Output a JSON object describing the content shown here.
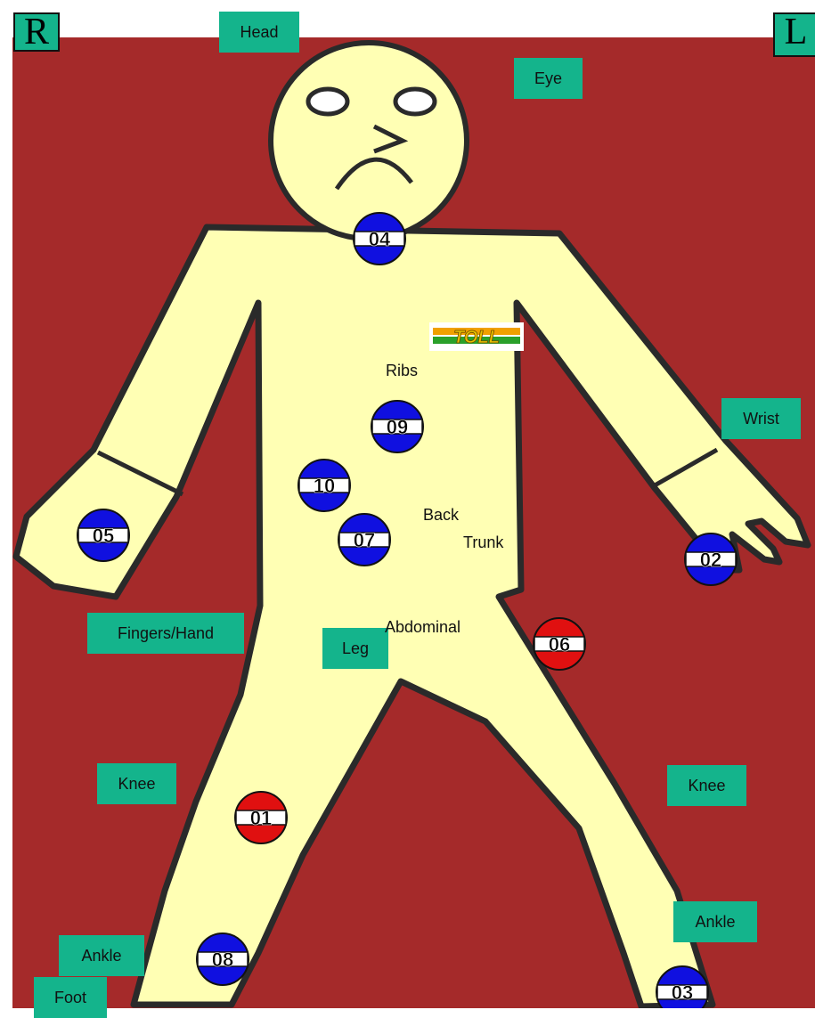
{
  "side_labels": {
    "right": "R",
    "left": "L"
  },
  "body_labels": {
    "head": "Head",
    "eye": "Eye",
    "wrist": "Wrist",
    "fingers_hand": "Fingers/Hand",
    "knee_right": "Knee",
    "knee_left": "Knee",
    "leg": "Leg",
    "ankle_right": "Ankle",
    "ankle_left": "Ankle",
    "foot": "Foot"
  },
  "torso_text": {
    "ribs": "Ribs",
    "back": "Back",
    "trunk": "Trunk",
    "abdominal": "Abdominal"
  },
  "markers": [
    {
      "id": "04",
      "color": "#1010e0"
    },
    {
      "id": "09",
      "color": "#1010e0"
    },
    {
      "id": "10",
      "color": "#1010e0"
    },
    {
      "id": "07",
      "color": "#1010e0"
    },
    {
      "id": "05",
      "color": "#1010e0"
    },
    {
      "id": "02",
      "color": "#1010e0"
    },
    {
      "id": "01",
      "color": "#e01010"
    },
    {
      "id": "06",
      "color": "#e01010"
    },
    {
      "id": "08",
      "color": "#1010e0"
    },
    {
      "id": "03",
      "color": "#1010e0"
    }
  ],
  "colors": {
    "background": "#a52a2a",
    "body": "#ffffb4",
    "label": "#14b48c"
  },
  "logo": {
    "text": "TOLL"
  }
}
